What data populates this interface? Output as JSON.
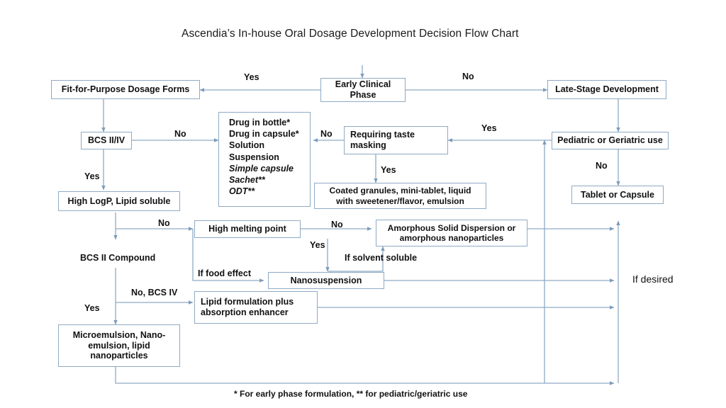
{
  "title": "Ascendia’s In-house Oral Dosage Development Decision Flow Chart",
  "colors": {
    "line": "#8faac4",
    "border": "#8faac4",
    "text": "#111111",
    "background": "#ffffff"
  },
  "nodes": {
    "early_clinical_phase": "Early Clinical\nPhase",
    "fit_for_purpose": "Fit-for-Purpose Dosage Forms",
    "late_stage_development": "Late-Stage Development",
    "bcs_ii_iv": "BCS II/IV",
    "high_logp": "High LogP, Lipid soluble",
    "requiring_taste_masking": "Requiring taste\nmasking",
    "coated_granules": "Coated granules, mini-tablet,  liquid\nwith sweetener/flavor, emulsion",
    "pediatric_geriatric": "Pediatric or Geriatric use",
    "tablet_or_capsule": "Tablet or Capsule",
    "high_melting_point": "High melting point",
    "amorphous_solid_dispersion": "Amorphous Solid Dispersion or\namorphous nanoparticles",
    "nanosuspension": "Nanosuspension",
    "lipid_formulation": "Lipid formulation plus\nabsorption enhancer",
    "microemulsion": "Microemulsion, Nano-\nemulsion, lipid\nnanoparticles"
  },
  "dosage_forms_list": {
    "items": [
      {
        "text": "Drug in bottle*",
        "italic": false
      },
      {
        "text": "Drug in capsule*",
        "italic": false
      },
      {
        "text": "Solution",
        "italic": false
      },
      {
        "text": "Suspension",
        "italic": false
      },
      {
        "text": "Simple capsule",
        "italic": true
      },
      {
        "text": "Sachet**",
        "italic": true
      },
      {
        "text": "ODT**",
        "italic": true
      }
    ]
  },
  "labels": {
    "yes_to_fit_for_purpose": "Yes",
    "no_to_late_stage": "No",
    "bcs_no": "No",
    "bcs_yes": "Yes",
    "taste_masking_no": "No",
    "taste_masking_yes": "Yes",
    "pediatric_yes": "Yes",
    "pediatric_no": "No",
    "bcs2_compound": "BCS II Compound",
    "high_melting_branch_no": "No",
    "high_melting_no": "No",
    "high_melting_yes": "Yes",
    "if_solvent_soluble": "If solvent soluble",
    "if_food_effect": "If food effect",
    "no_bcs_iv": "No, BCS IV",
    "lipid_yes": "Yes",
    "if_desired": "If desired"
  },
  "footnote": "* For early phase formulation, ** for pediatric/geriatric use"
}
